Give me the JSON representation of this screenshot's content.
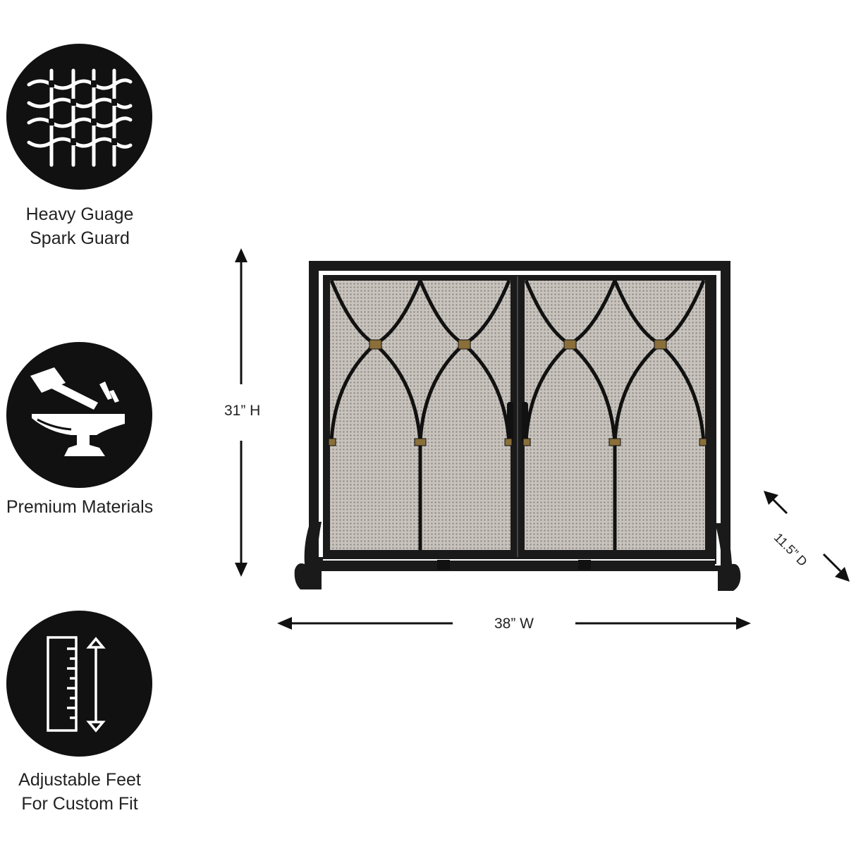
{
  "features": [
    {
      "icon": "woven-mesh-icon",
      "line1": "Heavy Guage",
      "line2": "Spark Guard"
    },
    {
      "icon": "anvil-hammer-icon",
      "line1": "Premium Materials",
      "line2": ""
    },
    {
      "icon": "ruler-arrow-icon",
      "line1": "Adjustable Feet",
      "line2": "For Custom Fit"
    }
  ],
  "dimensions": {
    "height": "31” H",
    "width": "38” W",
    "depth": "11.5” D"
  },
  "colors": {
    "icon_background": "#111111",
    "frame": "#1a1a1a",
    "mesh": "#bfbab4",
    "accent_brass": "#8a6f3a"
  }
}
